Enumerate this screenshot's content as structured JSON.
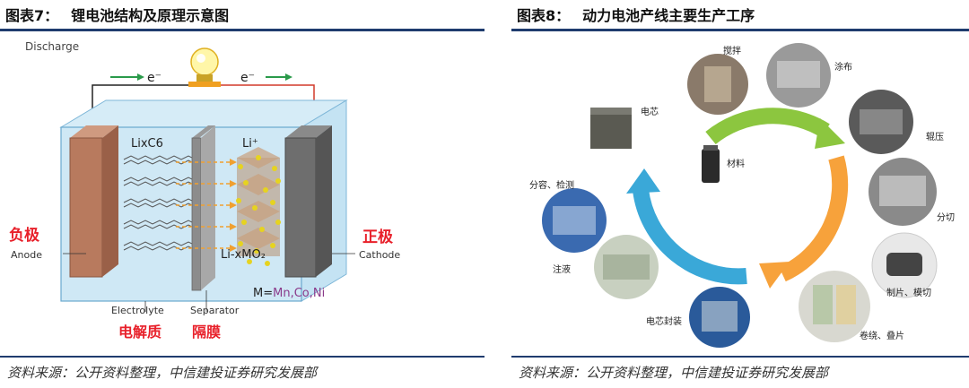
{
  "left": {
    "figure_number": "图表7：",
    "title": "锂电池结构及原理示意图",
    "source": "资料来源：公开资料整理，中信建投证券研究发展部",
    "labels": {
      "discharge": "Discharge",
      "electron_left": "e⁻",
      "electron_right": "e⁻",
      "lixc6": "LixC6",
      "li_ion": "Li⁺",
      "li_xmo2": "Li-xMO₂",
      "negative_cn": "负极",
      "anode": "Anode",
      "positive_cn": "正极",
      "cathode": "Cathode",
      "electrolyte": "Electrolyte",
      "separator": "Separator",
      "m_formula_prefix": "M=",
      "m_formula_elements": "Mn,Co,Ni",
      "electrolyte_cn": "电解质",
      "separator_cn": "隔膜"
    },
    "colors": {
      "anode": "#b87a5e",
      "cathode": "#6e6e6e",
      "label_red": "#e8202a",
      "formula_purple": "#8a3a8a"
    }
  },
  "right": {
    "figure_number": "图表8：",
    "title": "动力电池产线主要生产工序",
    "source": "资料来源：公开资料整理，中信建投证券研究发展部",
    "center_label": "材料",
    "steps": [
      {
        "label": "搅拌"
      },
      {
        "label": "涂布"
      },
      {
        "label": "辊压"
      },
      {
        "label": "分切"
      },
      {
        "label": "制片、模切"
      },
      {
        "label": "卷绕、叠片"
      },
      {
        "label": "电芯封装"
      },
      {
        "label": "注液"
      },
      {
        "label": "分容、检测"
      },
      {
        "label": "电芯"
      }
    ],
    "colors": {
      "arrow_green": "#8cc63f",
      "arrow_orange": "#f7a23b",
      "arrow_blue": "#3aa8d8",
      "rule": "#1f3c6e"
    }
  }
}
